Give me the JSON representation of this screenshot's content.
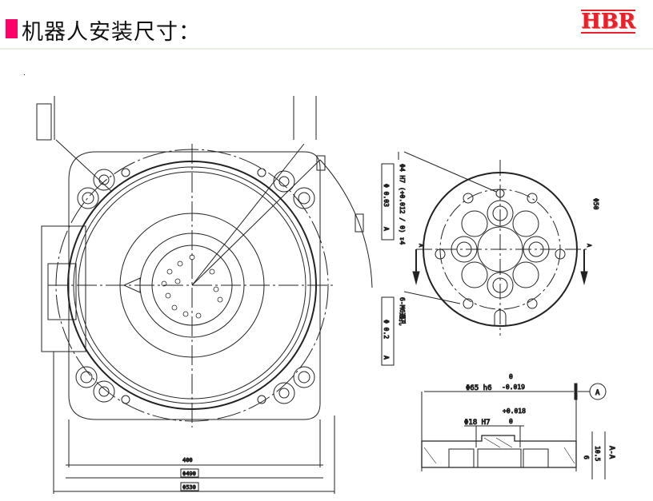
{
  "header": {
    "title": "机器人安装尺寸：",
    "logo": "HBR"
  },
  "note_dot": ".",
  "left_view": {
    "dim_width": "400",
    "dim_d1": "Φ490",
    "dim_d2": "Φ530"
  },
  "right_view": {
    "callout_top": "Φ4 H7 (+0.012 / 0) ↧4",
    "callout_top_tol": "Φ 0.03",
    "callout_top_datum": "A",
    "callout_bottom": "6-M6通孔",
    "callout_bottom_tol": "Φ 0.2",
    "callout_bottom_datum": "A",
    "dim_outer": "Φ50",
    "section_label_left": "A",
    "section_label_right": "A"
  },
  "section_view": {
    "dim_outer": "Φ65 h6",
    "dim_outer_tol_upper": "0",
    "dim_outer_tol_lower": "-0.019",
    "dim_inner": "Φ18 H7",
    "dim_inner_tol_upper": "+0.018",
    "dim_inner_tol_lower": "0",
    "datum": "A",
    "height_total": "10.5",
    "height_step": "6",
    "section_name": "A-A"
  }
}
